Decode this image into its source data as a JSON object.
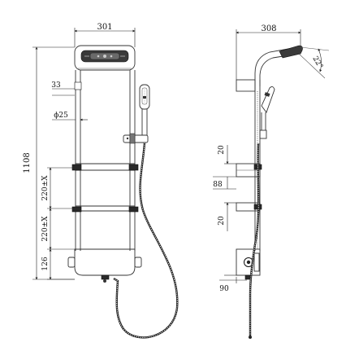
{
  "front_view": {
    "width_label": "301",
    "height_label": "1108",
    "rail_offset_label": "33",
    "tube_diameter_label": "ϕ25",
    "shelf_spacing_upper_label": "220±X",
    "shelf_spacing_lower_label": "220±X",
    "base_height_label": "126"
  },
  "side_view": {
    "width_label": "308",
    "angle_label": "22°",
    "upper_gap_label": "20",
    "shelf_depth_label": "88",
    "lower_gap_label": "20",
    "base_depth_label": "90"
  }
}
